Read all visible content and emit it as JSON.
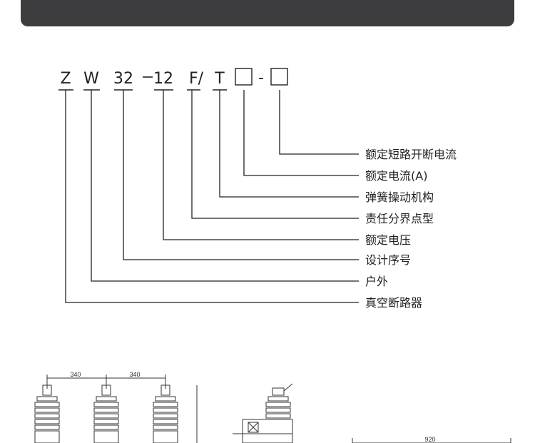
{
  "header": {},
  "code": {
    "z": "Z",
    "w": "W",
    "design": "32",
    "voltage": "12",
    "f": "F/",
    "t": "T",
    "sep": "-"
  },
  "descriptions": [
    "额定短路开断电流",
    "额定电流(A)",
    "弹簧操动机构",
    "责任分界点型",
    "额定电压",
    "设计序号",
    "户外",
    "真空断路器"
  ],
  "drawings": {
    "dim_left": "340",
    "dim_right": "340",
    "dim_width": "920"
  }
}
